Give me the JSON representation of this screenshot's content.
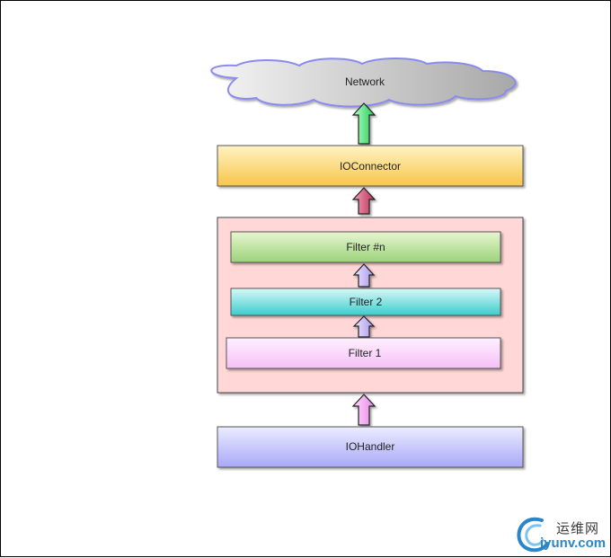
{
  "nodes": {
    "network": {
      "label": "Network"
    },
    "ioconnector": {
      "label": "IOConnector"
    },
    "filter_n": {
      "label": "Filter #n"
    },
    "filter_2": {
      "label": "Filter 2"
    },
    "filter_1": {
      "label": "Filter 1"
    },
    "iohandler": {
      "label": "IOHandler"
    }
  },
  "edges": [
    {
      "from": "iohandler",
      "to": "filter_1"
    },
    {
      "from": "filter_1",
      "to": "filter_2"
    },
    {
      "from": "filter_2",
      "to": "filter_n"
    },
    {
      "from": "filter_chain",
      "to": "ioconnector"
    },
    {
      "from": "ioconnector",
      "to": "network"
    }
  ],
  "colors": {
    "cloud_fill": "#d0d0d0",
    "cloud_stroke": "#8b8bef",
    "ioconnector_top": "#fff3c4",
    "ioconnector_bottom": "#f7c54a",
    "filter_chain_fill": "#ffd7d7",
    "filter_n_top": "#e6f6d0",
    "filter_n_bottom": "#9cd27a",
    "filter_2_top": "#d8f8f8",
    "filter_2_bottom": "#3ccccc",
    "filter_1_top": "#fff0ff",
    "filter_1_bottom": "#f6c0f6",
    "iohandler_top": "#ececff",
    "iohandler_bottom": "#a8a8f8",
    "arrow_green": "#44dd66",
    "arrow_red": "#cc4466",
    "arrow_lavender": "#b8a8f0",
    "arrow_pink": "#f0a0ee",
    "watermark_blue": "#2a86c8"
  },
  "watermark": {
    "cn_text": "运维网",
    "url": "iyunv.com",
    "logo_icon": "swirl-logo-icon"
  }
}
